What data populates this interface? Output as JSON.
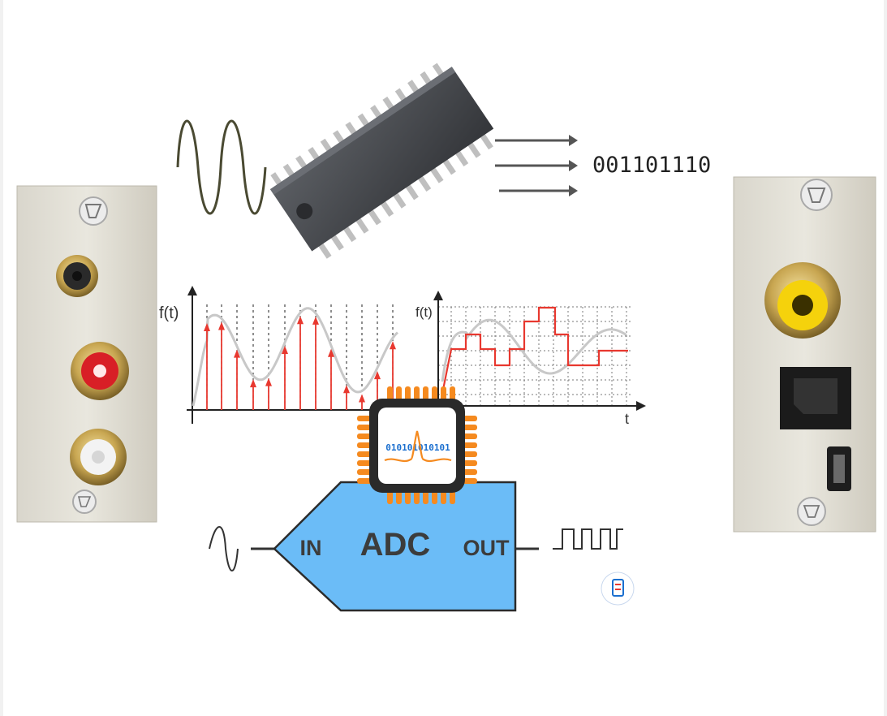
{
  "binary_output": "001101110",
  "sampling_chart": {
    "axis_label_y": "f(t)"
  },
  "quantized_chart": {
    "axis_label_y": "f(t)",
    "axis_label_x": "t"
  },
  "chip_icon": {
    "bits": "010101010101"
  },
  "adc_block": {
    "title": "ADC",
    "input_label": "IN",
    "output_label": "OUT"
  },
  "colors": {
    "adc_fill": "#6bbcf7",
    "chip_pins": "#f58a1f",
    "chip_bits": "#1b6fcf",
    "sample_red": "#e8382f",
    "curve_gray": "#c8c8c8"
  }
}
